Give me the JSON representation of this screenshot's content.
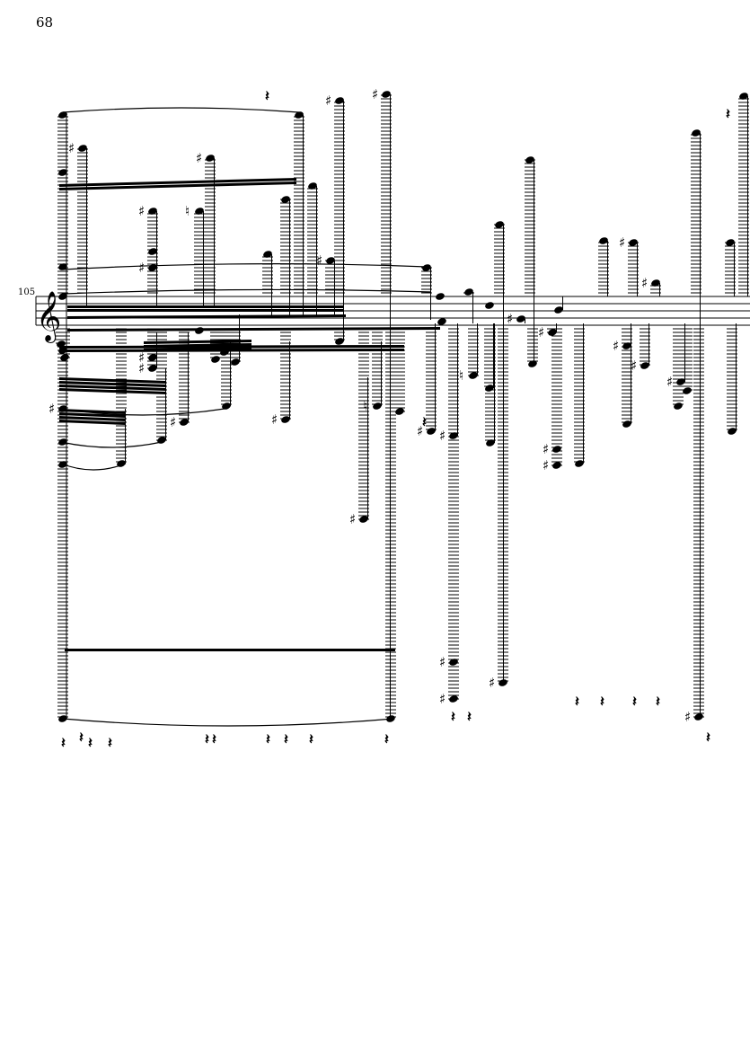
{
  "page": {
    "page_number": "68",
    "measure_number": "105"
  },
  "score": {
    "clef": "treble",
    "clef_icon": "treble-clef-icon",
    "accidental_sharp": "♯",
    "accidental_natural": "♮",
    "rest_glyph": "𝄽",
    "ink_color": "#000000"
  }
}
